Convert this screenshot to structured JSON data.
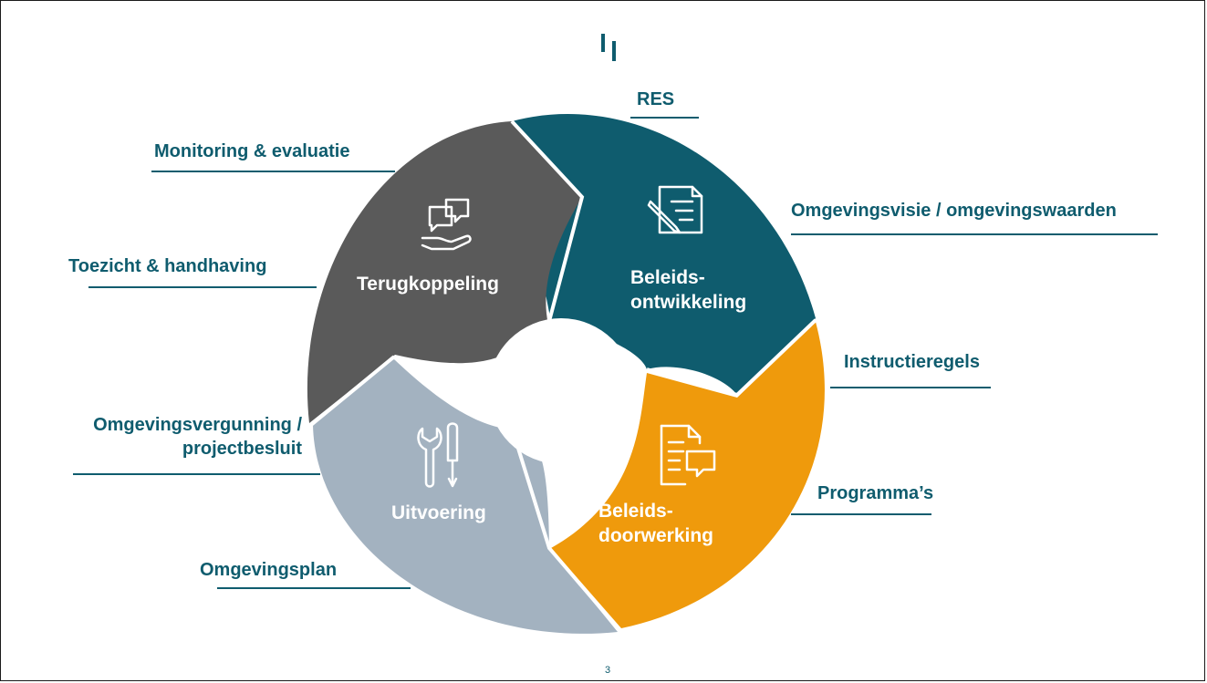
{
  "diagram": {
    "segments": [
      {
        "id": "beleidsontwikkeling",
        "title_line1": "Beleids-",
        "title_line2": "ontwikkeling",
        "color": "#0f5c6e",
        "icon": "document-pen-icon"
      },
      {
        "id": "beleidsdoorwerking",
        "title_line1": "Beleids-",
        "title_line2": "doorwerking",
        "color": "#ef9a0c",
        "icon": "document-chat-icon"
      },
      {
        "id": "uitvoering",
        "title": "Uitvoering",
        "color": "#a3b2c0",
        "icon": "tools-icon"
      },
      {
        "id": "terugkoppeling",
        "title": "Terugkoppeling",
        "color": "#5a5a5a",
        "icon": "chat-hand-icon"
      }
    ],
    "labels": {
      "res": "RES",
      "omgevingsvisie": "Omgevingsvisie / omgevingswaarden",
      "instructieregels": "Instructieregels",
      "programmas": "Programma’s",
      "omgevingsplan": "Omgevingsplan",
      "vergunning_line1": "Omgevingsvergunning /",
      "vergunning_line2": "projectbesluit",
      "toezicht": "Toezicht & handhaving",
      "monitoring": "Monitoring & evaluatie"
    }
  },
  "footer": {
    "page_number": "3"
  },
  "colors": {
    "accent": "#0f5c6e",
    "orange": "#ef9a0c",
    "light": "#a3b2c0",
    "dark": "#5a5a5a"
  }
}
